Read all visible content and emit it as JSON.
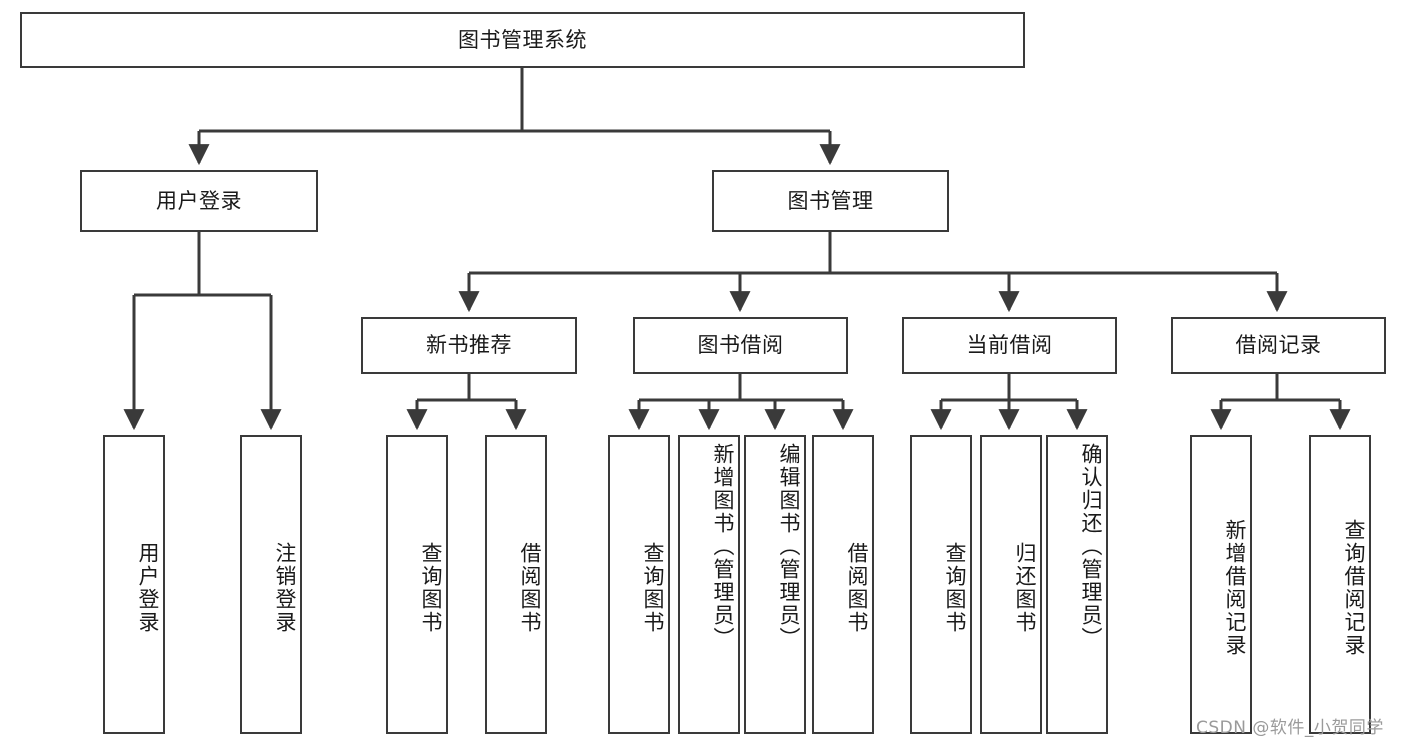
{
  "diagram": {
    "type": "tree",
    "title_node": {
      "label": "图书管理系统"
    },
    "nodes": {
      "root": {
        "label": "图书管理系统"
      },
      "user_login": {
        "label": "用户登录"
      },
      "book_manage": {
        "label": "图书管理"
      },
      "new_book_rec": {
        "label": "新书推荐"
      },
      "book_borrow": {
        "label": "图书借阅"
      },
      "current_borrow": {
        "label": "当前借阅"
      },
      "borrow_record": {
        "label": "借阅记录"
      },
      "leaf_user_login": {
        "label": "用户登录"
      },
      "leaf_logout": {
        "label": "注销登录"
      },
      "leaf_query_book_1": {
        "label": "查询图书"
      },
      "leaf_borrow_book_1": {
        "label": "借阅图书"
      },
      "leaf_query_book_2": {
        "label": "查询图书"
      },
      "leaf_add_book": {
        "label": "新增图书（管理员）"
      },
      "leaf_edit_book": {
        "label": "编辑图书（管理员）"
      },
      "leaf_borrow_book_2": {
        "label": "借阅图书"
      },
      "leaf_query_book_3": {
        "label": "查询图书"
      },
      "leaf_return_book": {
        "label": "归还图书"
      },
      "leaf_confirm_return": {
        "label": "确认归还（管理员）"
      },
      "leaf_add_record": {
        "label": "新增借阅记录"
      },
      "leaf_query_record": {
        "label": "查询借阅记录"
      }
    },
    "edges": [
      {
        "from": "root",
        "to": "user_login"
      },
      {
        "from": "root",
        "to": "book_manage"
      },
      {
        "from": "user_login",
        "to": "leaf_user_login"
      },
      {
        "from": "user_login",
        "to": "leaf_logout"
      },
      {
        "from": "book_manage",
        "to": "new_book_rec"
      },
      {
        "from": "book_manage",
        "to": "book_borrow"
      },
      {
        "from": "book_manage",
        "to": "current_borrow"
      },
      {
        "from": "book_manage",
        "to": "borrow_record"
      },
      {
        "from": "new_book_rec",
        "to": "leaf_query_book_1"
      },
      {
        "from": "new_book_rec",
        "to": "leaf_borrow_book_1"
      },
      {
        "from": "book_borrow",
        "to": "leaf_query_book_2"
      },
      {
        "from": "book_borrow",
        "to": "leaf_add_book"
      },
      {
        "from": "book_borrow",
        "to": "leaf_edit_book"
      },
      {
        "from": "book_borrow",
        "to": "leaf_borrow_book_2"
      },
      {
        "from": "current_borrow",
        "to": "leaf_query_book_3"
      },
      {
        "from": "current_borrow",
        "to": "leaf_return_book"
      },
      {
        "from": "current_borrow",
        "to": "leaf_confirm_return"
      },
      {
        "from": "borrow_record",
        "to": "leaf_add_record"
      },
      {
        "from": "borrow_record",
        "to": "leaf_query_record"
      }
    ],
    "colors": {
      "stroke": "#3a3a3a",
      "text": "#1a1a1a",
      "background": "#ffffff",
      "watermark": "#9a9a9a"
    }
  },
  "watermark": {
    "text": "CSDN @软件_小贺同学"
  }
}
